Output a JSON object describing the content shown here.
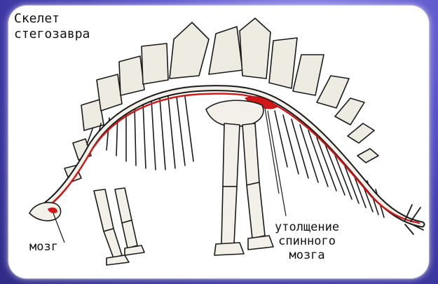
{
  "diagram": {
    "title_line1": "Скелет",
    "title_line2": "стегозавра",
    "label_brain": "мозг",
    "label_thickening_line1": "утолщение",
    "label_thickening_line2": "спинного",
    "label_thickening_line3": "мозга",
    "colors": {
      "background": "#4a45b3",
      "card": "#ffffff",
      "bone_outline": "#1a1a1a",
      "bone_fill": "#f2f0e8",
      "spinal_cord": "#d01818"
    }
  }
}
